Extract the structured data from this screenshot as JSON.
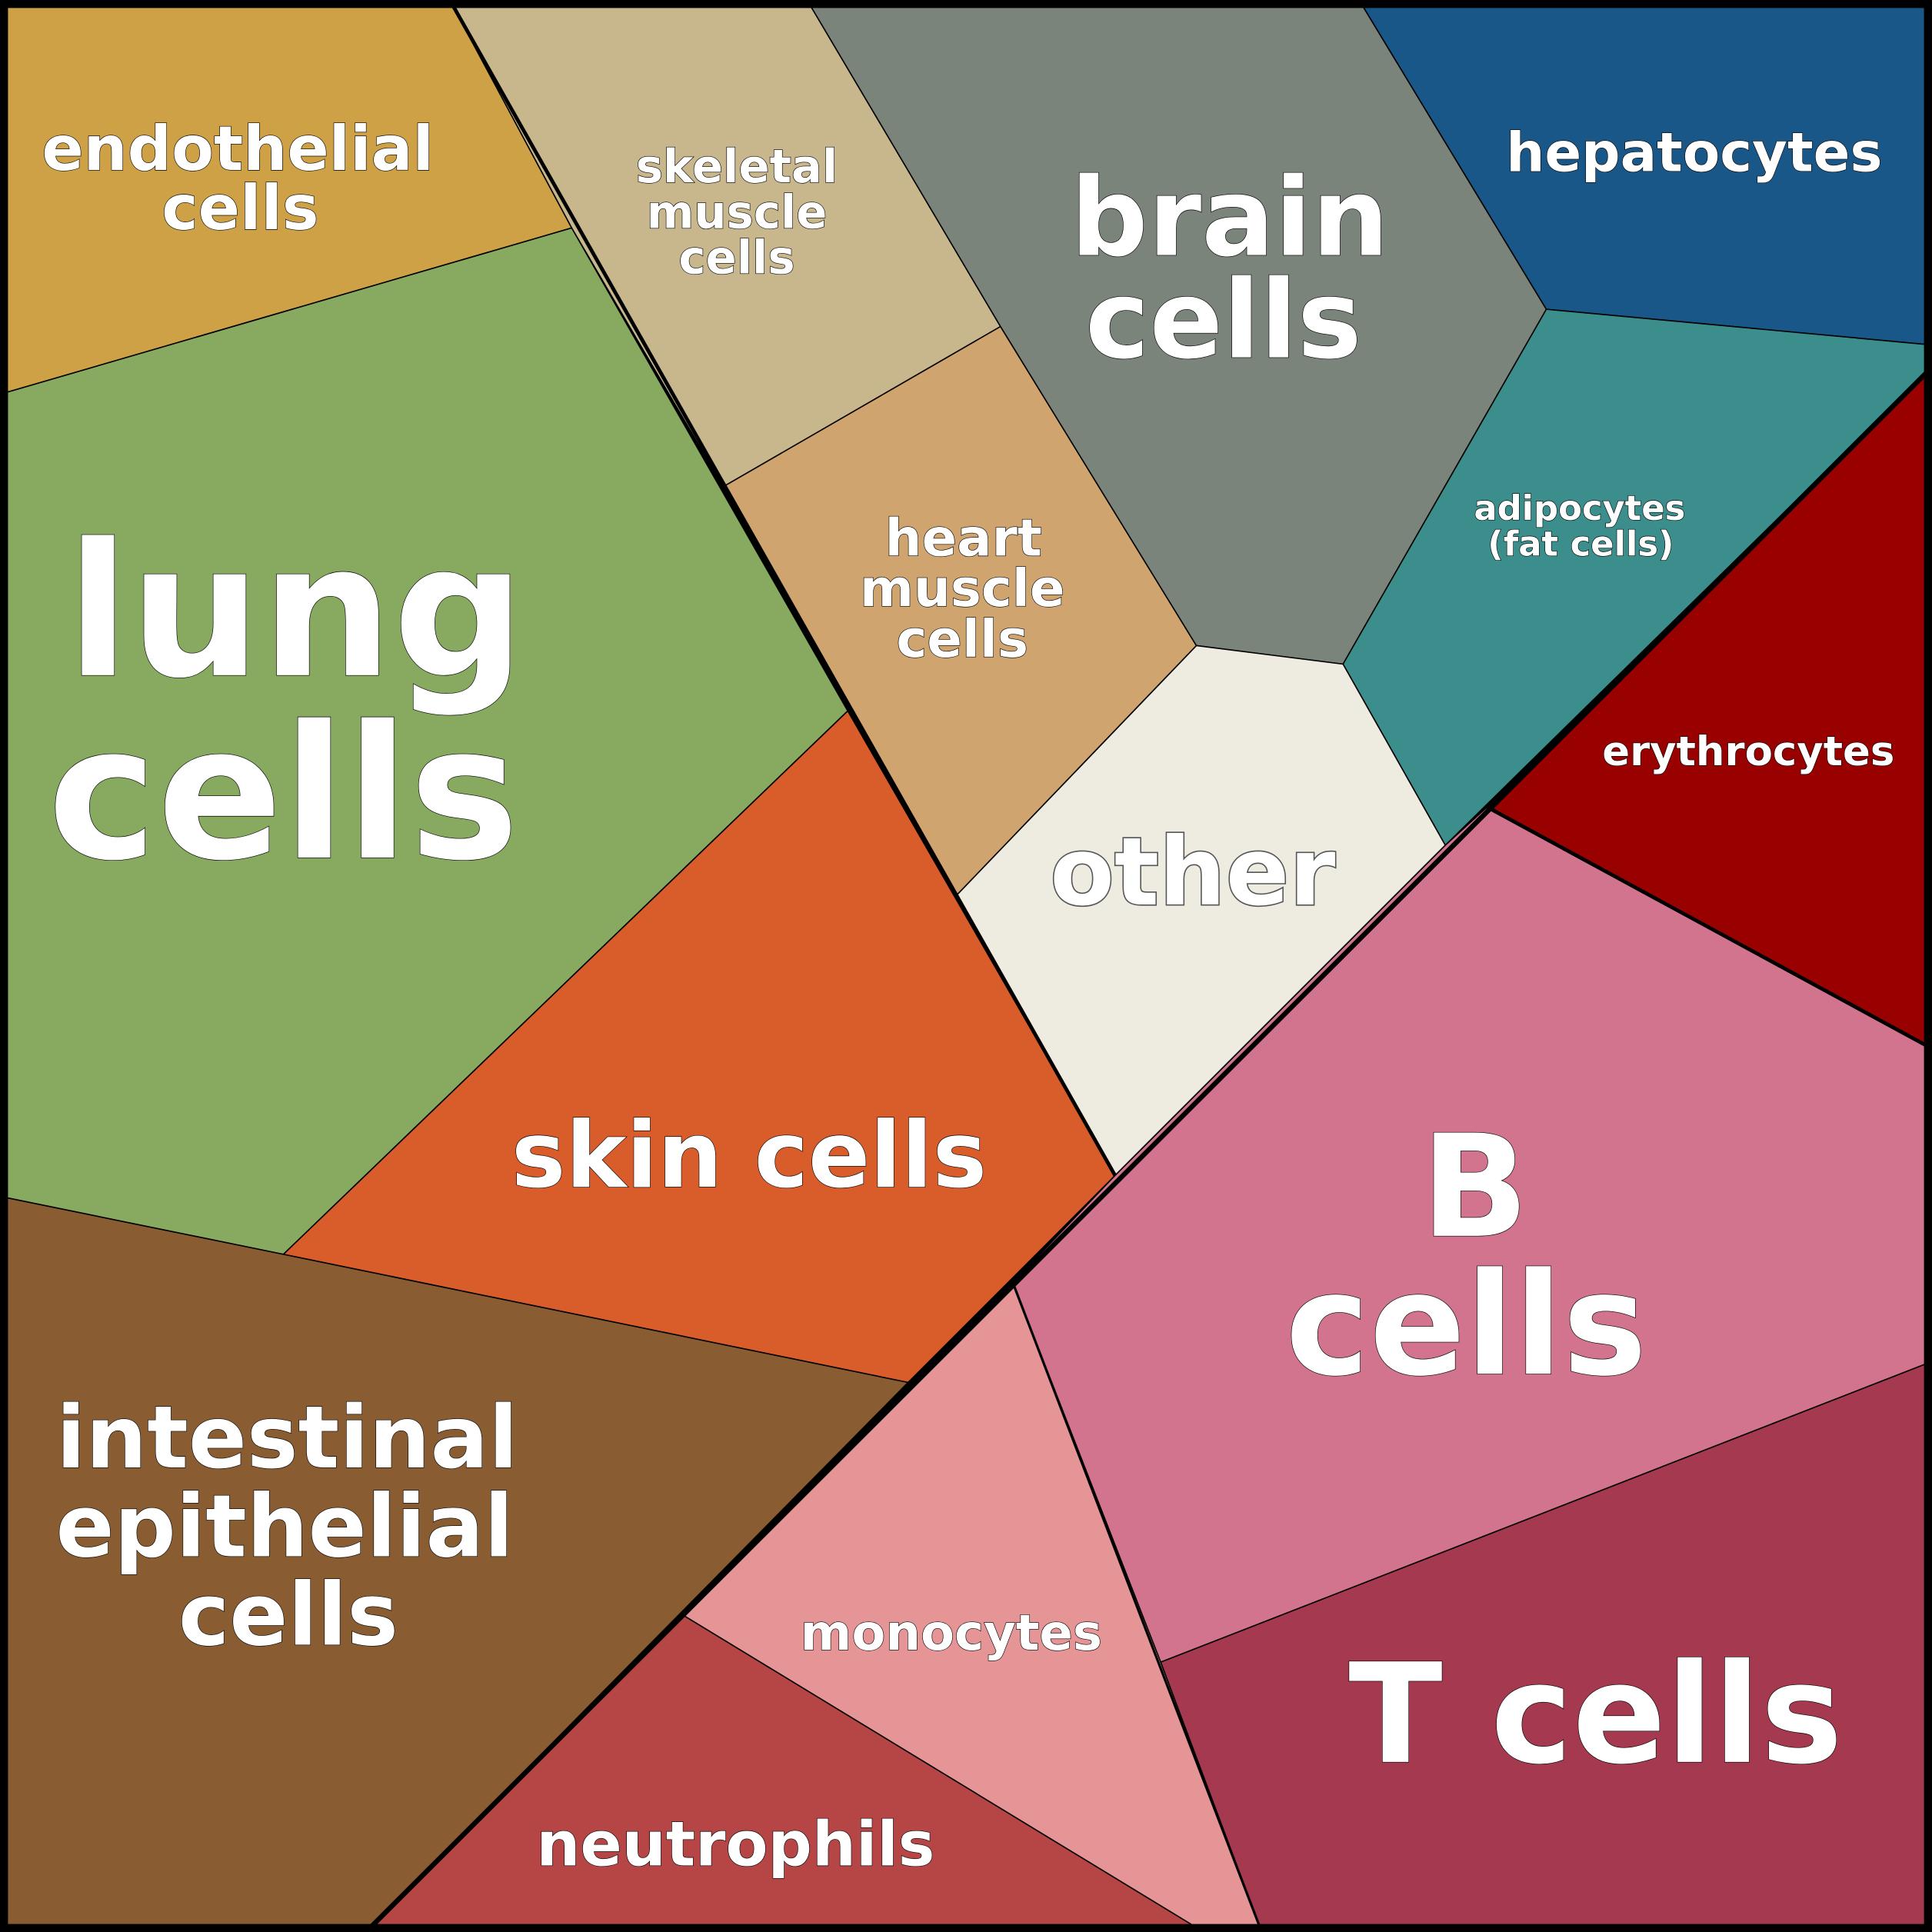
{
  "title": "Cell types in the human body",
  "cells": {
    "endothelial": {
      "lines": [
        "endothelial",
        "cells"
      ],
      "color": "#CFA146"
    },
    "lung": {
      "lines": [
        "lung",
        "cells"
      ],
      "color": "#87AA60"
    },
    "skeletal": {
      "lines": [
        "skeletal",
        "muscle",
        "cells"
      ],
      "color": "#C8B78D"
    },
    "heart": {
      "lines": [
        "heart",
        "muscle",
        "cells"
      ],
      "color": "#CFA46F"
    },
    "brain": {
      "lines": [
        "brain",
        "cells"
      ],
      "color": "#7A847A"
    },
    "hepatocytes": {
      "lines": [
        "hepatocytes"
      ],
      "color": "#1A5789"
    },
    "adipocytes": {
      "lines": [
        "adipocytes",
        "(fat cells)"
      ],
      "color": "#3B8E8C"
    },
    "erythrocytes": {
      "lines": [
        "erythrocytes"
      ],
      "color": "#990000"
    },
    "other": {
      "lines": [
        "other"
      ],
      "color": "#EEEBE0"
    },
    "skin": {
      "lines": [
        "skin cells"
      ],
      "color": "#D95C2B"
    },
    "intestinal": {
      "lines": [
        "intestinal",
        "epithelial",
        "cells"
      ],
      "color": "#8A5C31"
    },
    "bcells": {
      "lines": [
        "B",
        "cells"
      ],
      "color": "#D3748E"
    },
    "tcells": {
      "lines": [
        "T cells"
      ],
      "color": "#A5394F"
    },
    "monocytes": {
      "lines": [
        "monocytes"
      ],
      "color": "#E69596"
    },
    "neutrophils": {
      "lines": [
        "neutrophils"
      ],
      "color": "#B64546"
    }
  }
}
